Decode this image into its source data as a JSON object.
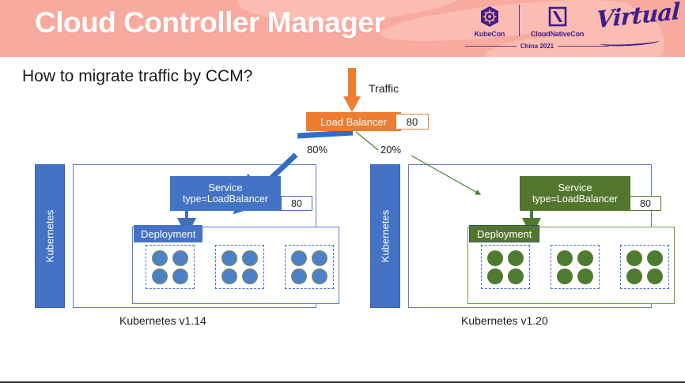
{
  "slide": {
    "title": "Cloud Controller Manager",
    "question": "How to migrate traffic by CCM?",
    "header_bg": "#f9aa9e",
    "accent_orange": "#ed7d31",
    "accent_blue": "#4472c4",
    "accent_green": "#53762f",
    "brand_purple": "#3f1d8c"
  },
  "logo": {
    "kubecon_label": "KubeCon",
    "cloudnativecon_label": "CloudNativeCon",
    "virtual_label": "Virtual",
    "event_label": "China 2021"
  },
  "diagram": {
    "traffic_label": "Traffic",
    "load_balancer": {
      "label": "Load Balancer",
      "port": "80"
    },
    "split": {
      "left_percent": "80%",
      "right_percent": "20%"
    },
    "clusters": [
      {
        "id": "left",
        "sidebar_label": "Kubernetes",
        "service": {
          "line1": "Service",
          "line2": "type=LoadBalancer",
          "port": "80"
        },
        "deployment_label": "Deployment",
        "pod_groups": 3,
        "pods_per_group": 4,
        "caption": "Kubernetes v1.14"
      },
      {
        "id": "right",
        "sidebar_label": "Kubernetes",
        "service": {
          "line1": "Service",
          "line2": "type=LoadBalancer",
          "port": "80"
        },
        "deployment_label": "Deployment",
        "pod_groups": 3,
        "pods_per_group": 4,
        "caption": "Kubernetes v1.20"
      }
    ]
  }
}
